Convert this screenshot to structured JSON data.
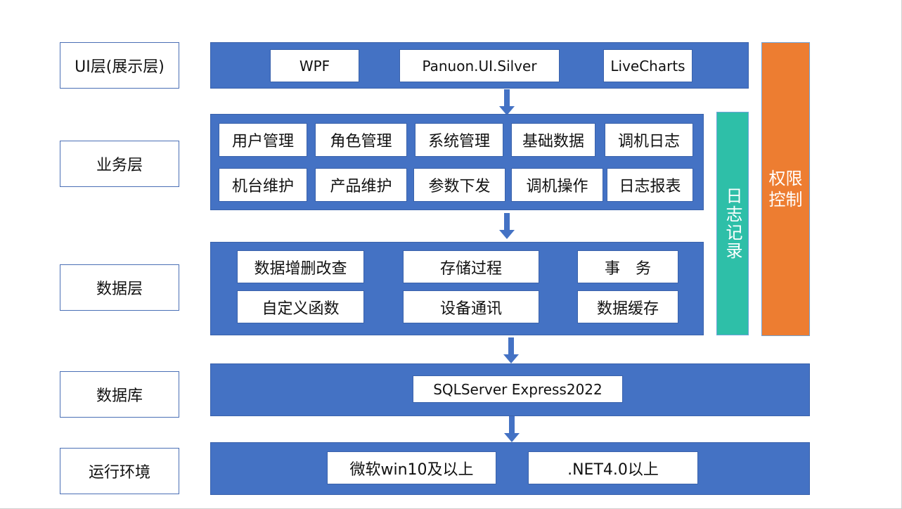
{
  "layers": {
    "ui": "UI层(展示层)",
    "business": "业务层",
    "data": "数据层",
    "database": "数据库",
    "runtime": "运行环境"
  },
  "ui_band": {
    "items": [
      "WPF",
      "Panuon.UI.Silver",
      "LiveCharts"
    ]
  },
  "business_band": {
    "row1": [
      "用户管理",
      "角色管理",
      "系统管理",
      "基础数据",
      "调机日志"
    ],
    "row2": [
      "机台维护",
      "产品维护",
      "参数下发",
      "调机操作",
      "日志报表"
    ]
  },
  "data_band": {
    "row1": [
      "数据增删改查",
      "存储过程",
      "事　务"
    ],
    "row2": [
      "自定义函数",
      "设备通讯",
      "数据缓存"
    ]
  },
  "database_band": {
    "items": [
      "SQLServer Express2022"
    ]
  },
  "runtime_band": {
    "items": [
      "微软win10及以上",
      ".NET4.0以上"
    ]
  },
  "side": {
    "logging": "日志记录",
    "permission": "权限控制"
  },
  "colors": {
    "band": "#4472c4",
    "logging": "#2ebfa8",
    "permission": "#ed7d31",
    "arrow": "#4472c4"
  }
}
